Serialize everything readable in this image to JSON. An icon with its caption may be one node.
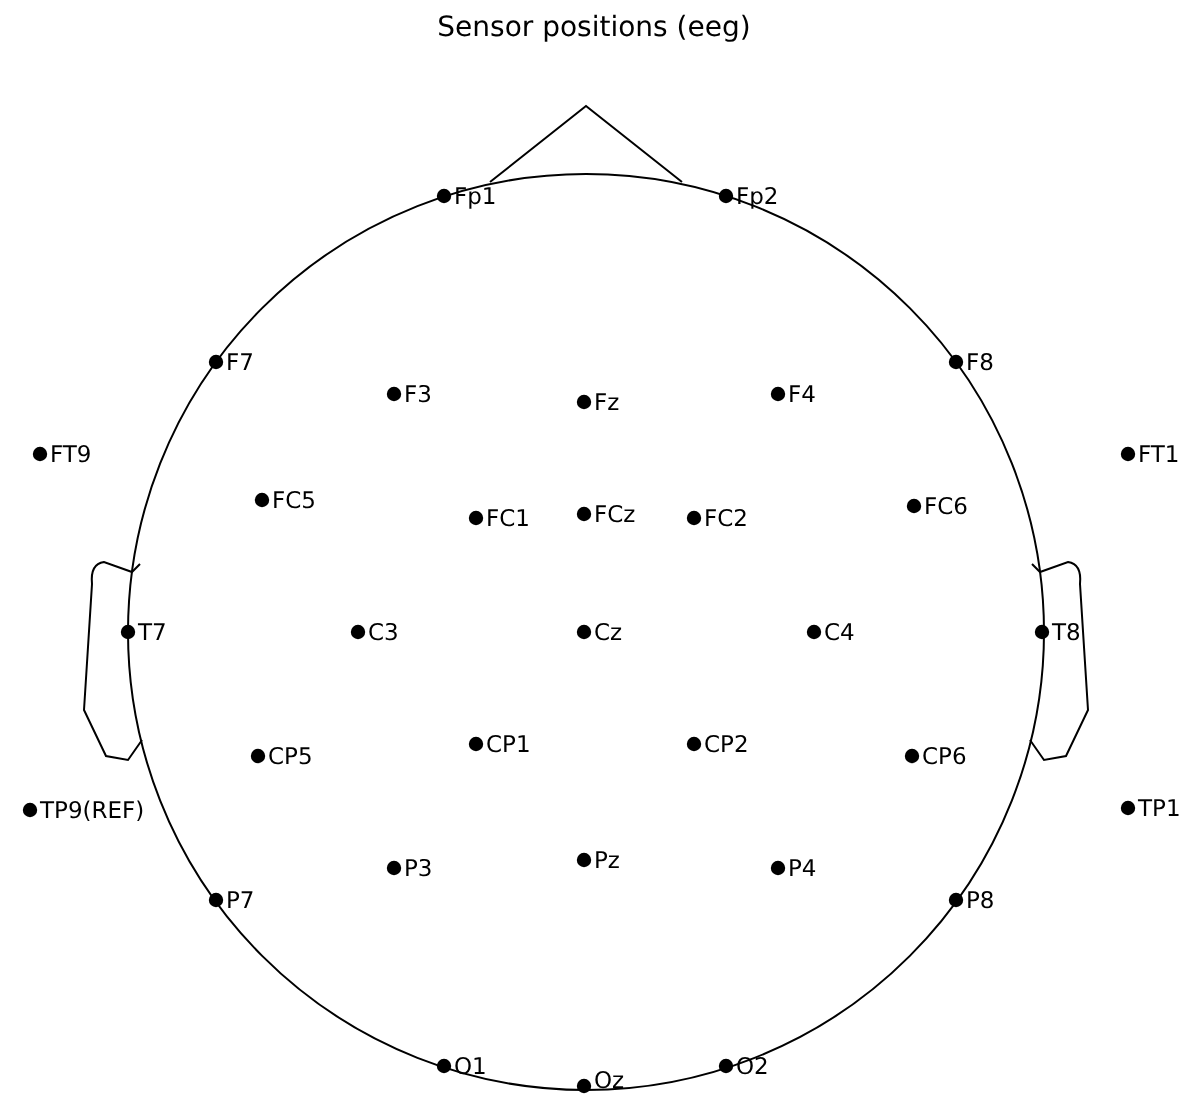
{
  "diagram": {
    "title": "Sensor positions (eeg)",
    "labels": [
      "Fp1",
      "Fp2",
      "F7",
      "F3",
      "Fz",
      "F4",
      "F8",
      "FT9",
      "FT1",
      "FC5",
      "FC1",
      "FCz",
      "FC2",
      "FC6",
      "T7",
      "C3",
      "Cz",
      "C4",
      "T8",
      "CP5",
      "CP1",
      "CP2",
      "CP6",
      "TP9(REF)",
      "TP1",
      "P3",
      "Pz",
      "P4",
      "P7",
      "P8",
      "O1",
      "Oz",
      "O2"
    ]
  }
}
